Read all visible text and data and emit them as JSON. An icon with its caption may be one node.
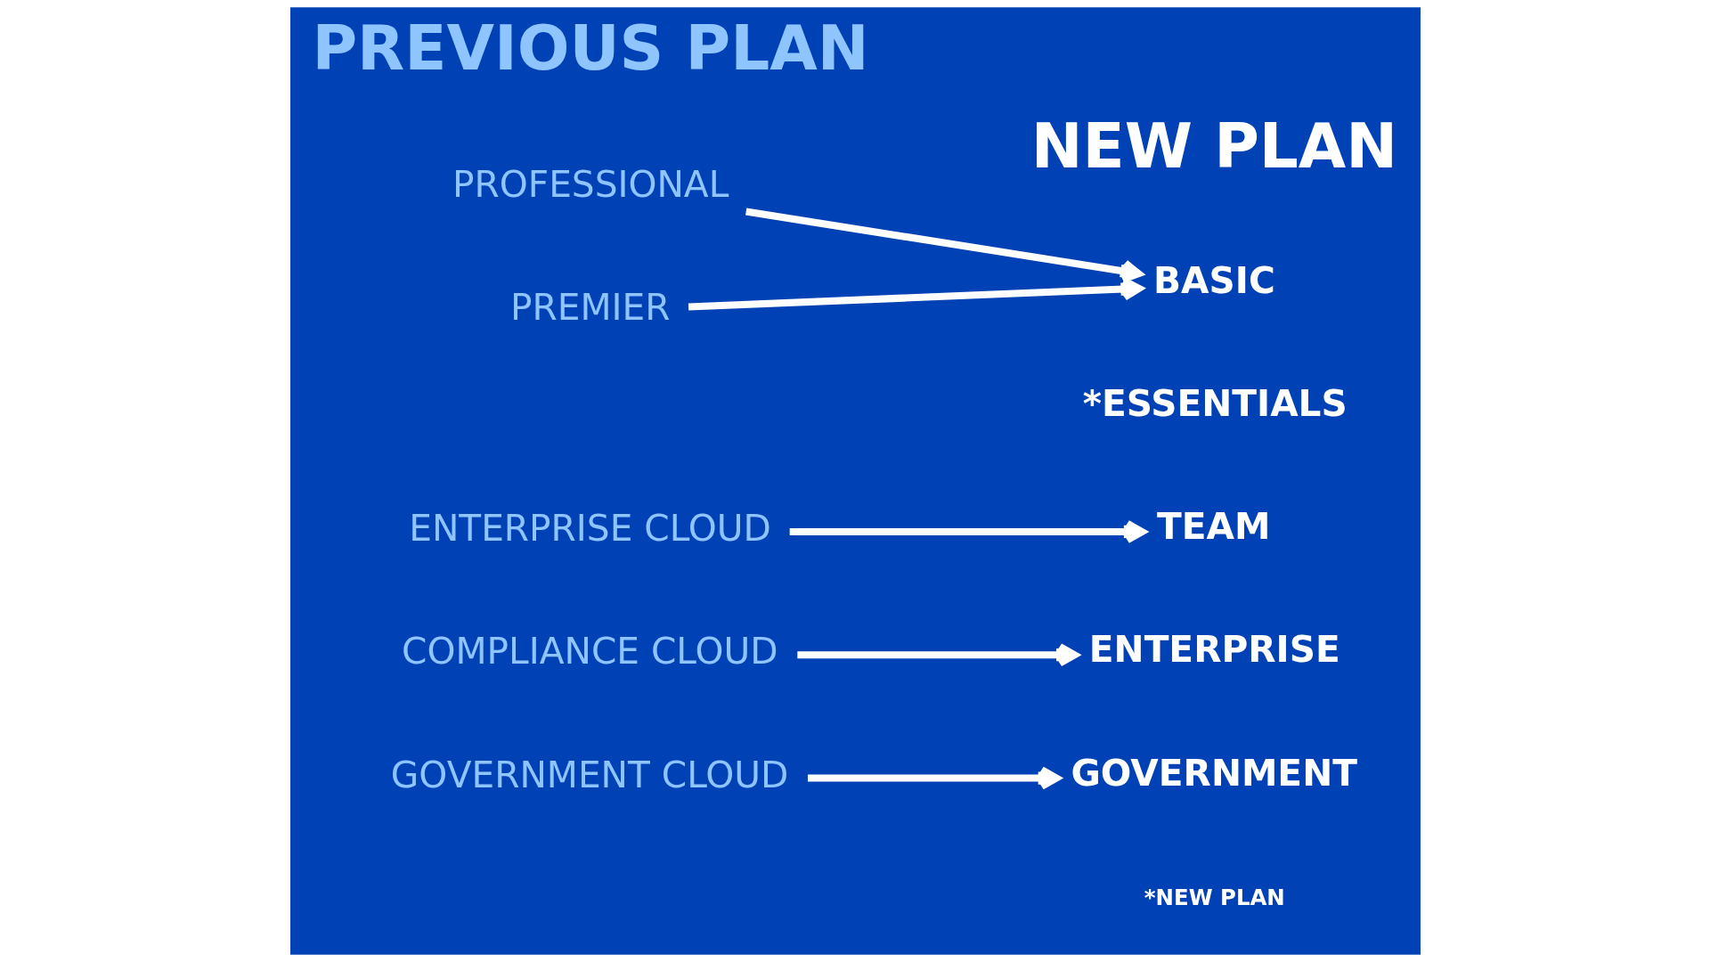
{
  "diagram": {
    "nodes": [
      {
        "text": [
          "PROFESSIONAL"
        ]
      },
      {
        "text": [
          "PREMIER"
        ]
      },
      {
        "text": [
          "BASIC"
        ]
      },
      {
        "text": [
          "ENTERPRISE CLOUD"
        ]
      },
      {
        "text": [
          "TEAM"
        ]
      },
      {
        "text": [
          "COMPLIANCE CLOUD"
        ]
      },
      {
        "text": [
          "ENTERPRISE"
        ]
      },
      {
        "text": [
          "GOVERNMENT CLOUD"
        ]
      },
      {
        "text": [
          "GOVERNMENT"
        ]
      }
    ],
    "edges": [
      {
        "from": 0,
        "to": 2,
        "arrow": "to"
      },
      {
        "from": 1,
        "to": 2,
        "arrow": "to"
      },
      {
        "from": 3,
        "to": 4,
        "arrow": "to"
      },
      {
        "from": 5,
        "to": 6,
        "arrow": "to"
      },
      {
        "from": 7,
        "to": 8,
        "arrow": "to"
      }
    ],
    "labels": [
      "PREVIOUS PLAN",
      "NEW PLAN",
      "*ESSENTIALS",
      "*NEW PLAN"
    ]
  }
}
